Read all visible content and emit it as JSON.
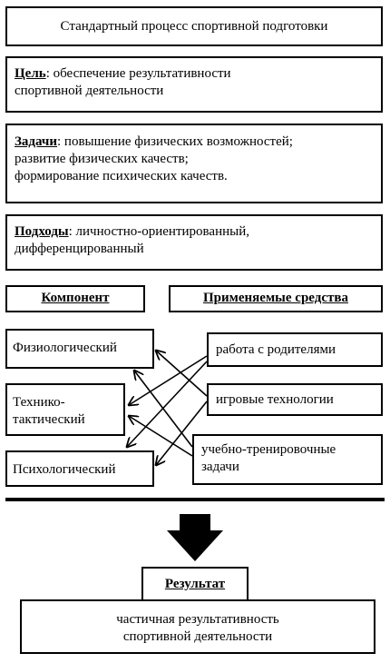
{
  "title": "Стандартный процесс спортивной подготовки",
  "goal": {
    "label": "Цель",
    "line1": ": обеспечение результативности",
    "line2": "спортивной деятельности"
  },
  "tasks": {
    "label": "Задачи",
    "line1": ": повышение физических возможностей;",
    "line2": "развитие физических качеств;",
    "line3": "формирование психических качеств."
  },
  "approaches": {
    "label": "Подходы",
    "line1": ": личностно-ориентированный,",
    "line2": "дифференцированный"
  },
  "headers": {
    "component": "Компонент",
    "means": "Применяемые средства"
  },
  "components": {
    "physio": "Физиологический",
    "tech_line1": "Технико-",
    "tech_line2": "тактический",
    "psych": "Психологический"
  },
  "means": {
    "parents": "работа с родителями",
    "games": "игровые технологии",
    "training_line1": "учебно-тренировочные",
    "training_line2": "задачи"
  },
  "result": {
    "label": "Результат",
    "line1": "частичная результативность",
    "line2": "спортивной деятельности"
  }
}
